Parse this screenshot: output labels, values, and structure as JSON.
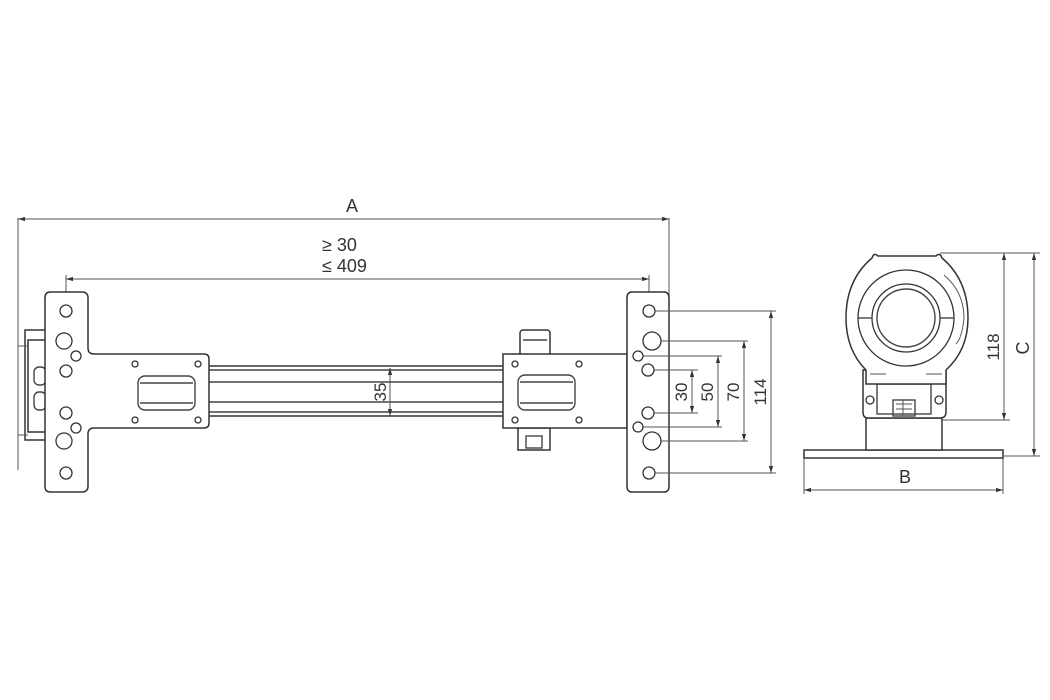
{
  "drawing": {
    "front_view": {
      "overall_length_label": "A",
      "hole_spacing_min_label": "≥ 30",
      "hole_spacing_max_label": "≤ 409",
      "rail_height_label": "35",
      "vertical_dims": [
        "30",
        "50",
        "70",
        "114"
      ]
    },
    "side_view": {
      "width_label": "B",
      "height_label": "C",
      "axis_height_label": "118"
    }
  }
}
